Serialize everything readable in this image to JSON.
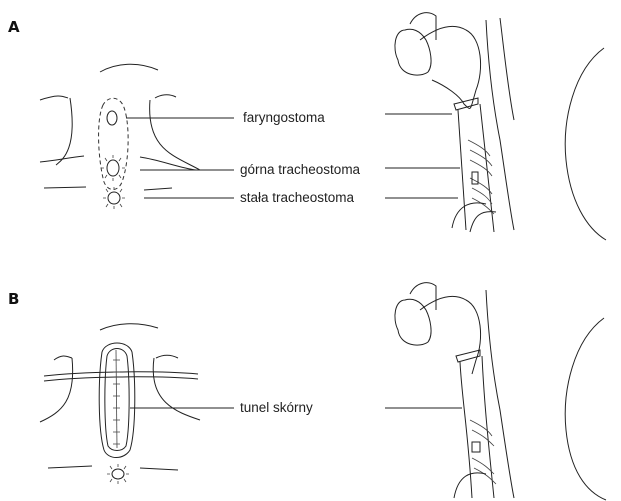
{
  "panels": {
    "a": {
      "letter": "A",
      "labels": {
        "pharyngostoma": "faryngostoma",
        "upper_tracheostoma": "górna tracheostoma",
        "permanent_tracheostoma": "stała tracheostoma"
      }
    },
    "b": {
      "letter": "B",
      "labels": {
        "skin_tunnel": "tunel skórny"
      }
    }
  }
}
